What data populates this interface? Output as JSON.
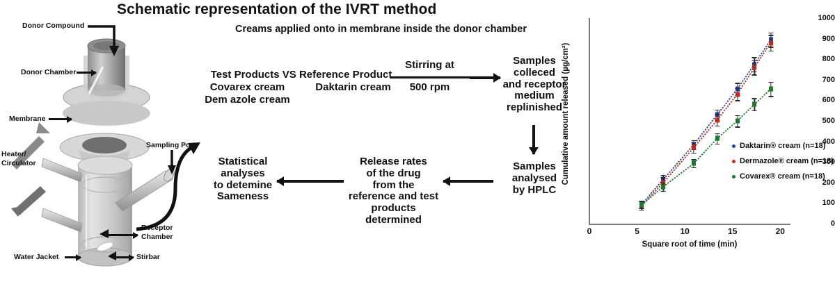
{
  "title": "Schematic representation of the IVRT method",
  "apparatus": {
    "labels": [
      {
        "name": "donor-compound",
        "text": "Donor Compound"
      },
      {
        "name": "donor-chamber",
        "text": "Donor Chamber"
      },
      {
        "name": "membrane",
        "text": "Membrane"
      },
      {
        "name": "heater-circulator",
        "text": "Heater/\nCirculator"
      },
      {
        "name": "sampling-port",
        "text": "Sampling Port"
      },
      {
        "name": "receptor-chamber",
        "text": "Receptor\nChamber"
      },
      {
        "name": "water-jacket",
        "text": "Water Jacket"
      },
      {
        "name": "stirbar",
        "text": "Stirbar"
      }
    ],
    "heater_line1": "Heater/",
    "heater_line2": "Circulator",
    "receptor_line1": "Receptor",
    "receptor_line2": "Chamber"
  },
  "flow": {
    "subtitle": "Creams applied onto in membrane inside the donor chamber",
    "products_heading": "Test Products VS Reference Product",
    "products_line2_left": "Covarex cream",
    "products_line2_right": "Daktarin cream",
    "products_line3": "Dem azole cream",
    "stirring_top": "Stirring at",
    "stirring_bottom": "500 rpm",
    "samples_collected": "Samples\ncolleced\nand receptor\nmedium\nreplinished",
    "samples_collected_lines": [
      "Samples",
      "colleced",
      "and receptor",
      "medium",
      "replinished"
    ],
    "samples_analysed_lines": [
      "Samples",
      "analysed",
      "by HPLC"
    ],
    "release_rates_lines": [
      "Release rates",
      "of the drug",
      "from the",
      "reference and test",
      "products determined"
    ],
    "statistical_lines": [
      "Statistical",
      "analyses",
      "to detemine",
      "Sameness"
    ]
  },
  "chart_data": {
    "type": "line",
    "title": "",
    "xlabel": "Square root of time (min)",
    "ylabel": "Cumulative amount released (µg/cm²)",
    "xlim": [
      0,
      21
    ],
    "ylim": [
      0,
      1000
    ],
    "xticks": [
      0,
      5,
      10,
      15,
      20
    ],
    "yticks": [
      0,
      100,
      200,
      300,
      400,
      500,
      600,
      700,
      800,
      900,
      1000
    ],
    "grid": false,
    "legend_position": "inside-right",
    "x": [
      5.5,
      7.75,
      10.95,
      13.4,
      15.5,
      17.3,
      19.0
    ],
    "series": [
      {
        "name": "Daktarin® cream (n=18)",
        "color": "#1f3fa8",
        "marker": "circle",
        "values": [
          95,
          215,
          385,
          530,
          655,
          775,
          895
        ],
        "errors": [
          18,
          22,
          22,
          25,
          30,
          35,
          35
        ]
      },
      {
        "name": "Dermazole® cream (n=18)",
        "color": "#c42a18",
        "marker": "circle",
        "values": [
          88,
          200,
          370,
          505,
          630,
          760,
          880
        ],
        "errors": [
          20,
          25,
          25,
          28,
          30,
          35,
          38
        ]
      },
      {
        "name": "Covarex® cream (n=18)",
        "color": "#1a7a2e",
        "marker": "circle",
        "values": [
          92,
          180,
          293,
          415,
          500,
          580,
          655
        ],
        "errors": [
          18,
          20,
          20,
          25,
          28,
          30,
          35
        ]
      }
    ]
  }
}
